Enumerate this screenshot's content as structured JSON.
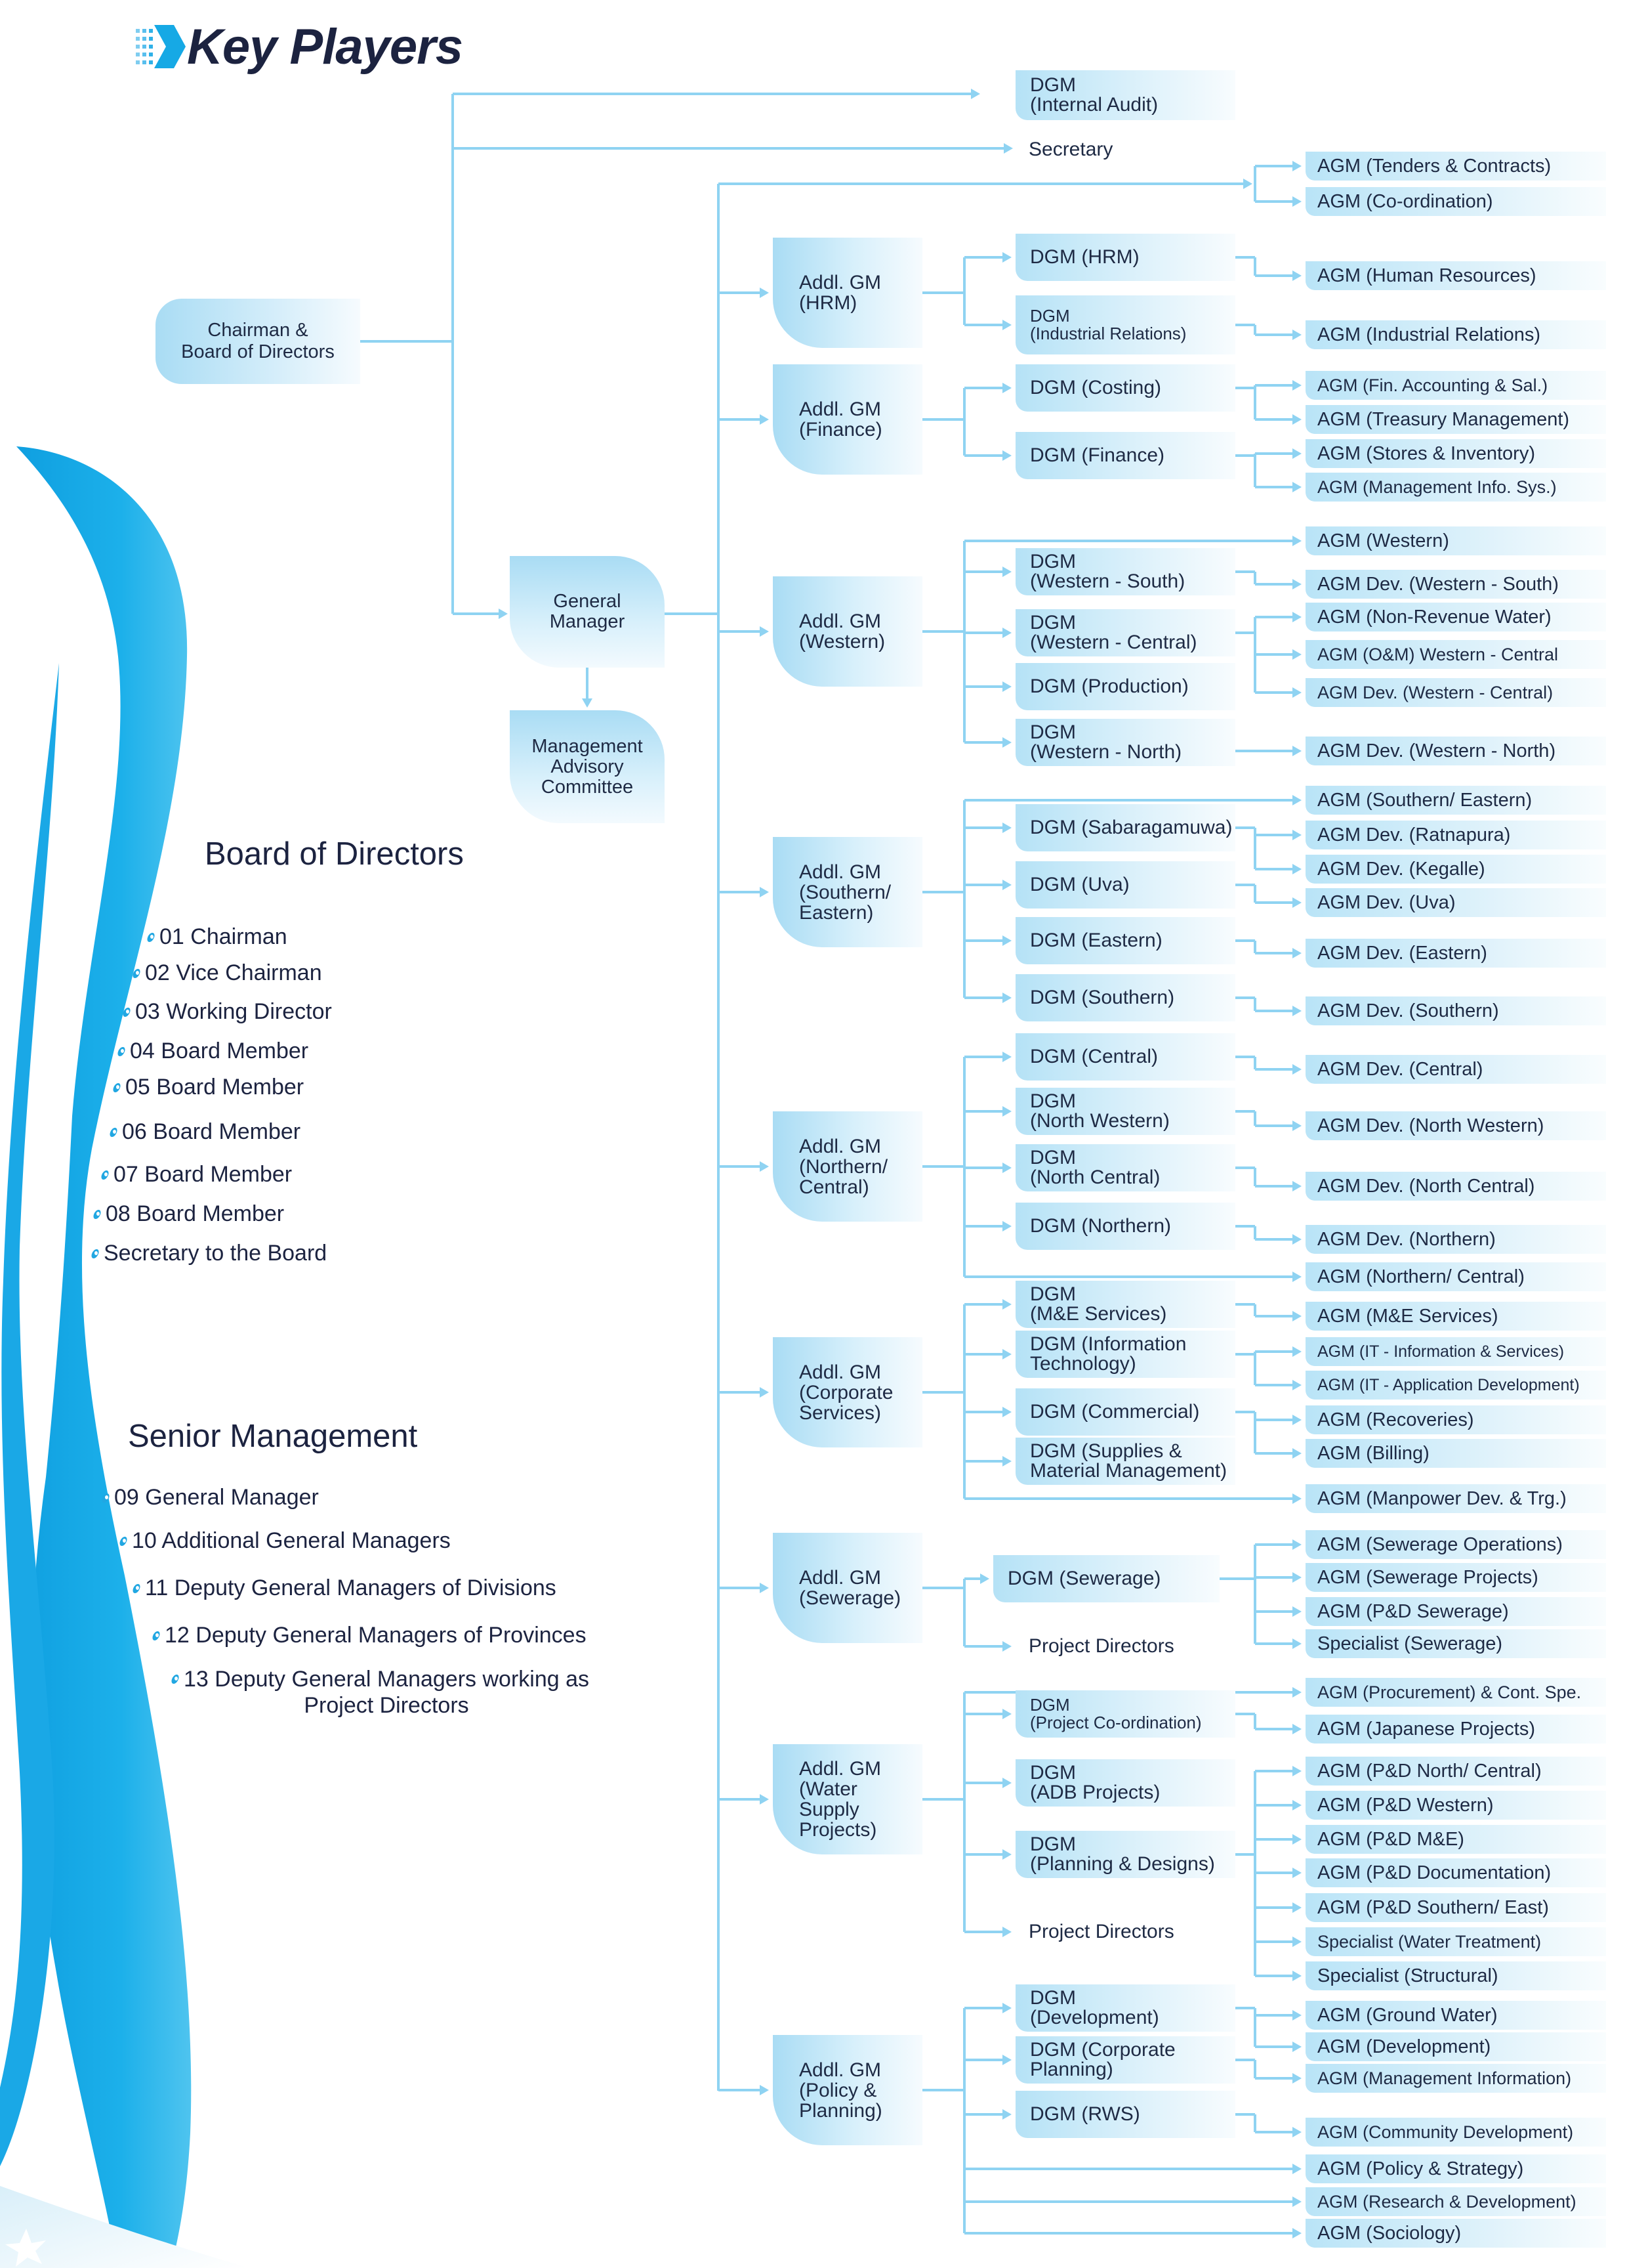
{
  "title": "Key Players",
  "colors": {
    "line": "#8fd3f2",
    "swoosh": "#16a9e5",
    "box": "#bfe6f8",
    "text": "#1e2a44"
  },
  "board": {
    "heading": "Board of Directors",
    "members": [
      "01 Chairman",
      "02 Vice Chairman",
      "03 Working Director",
      "04 Board Member",
      "05 Board Member",
      "06 Board Member",
      "07 Board Member",
      "08 Board Member",
      "Secretary to the Board"
    ]
  },
  "senior": {
    "heading": "Senior Management",
    "members": [
      "09 General Manager",
      "10 Additional General Managers",
      "11 Deputy General Managers of Divisions",
      "12 Deputy General Managers of Provinces",
      "13 Deputy General Managers working as\nProject Directors"
    ]
  },
  "org": {
    "chairman": "Chairman &\nBoard of Directors",
    "dgm_audit": "DGM\n(Internal Audit)",
    "secretary": "Secretary",
    "general_manager": "General\nManager",
    "mac": "Management\nAdvisory\nCommittee",
    "gm_direct_agms": [
      "AGM (Tenders & Contracts)",
      "AGM (Co-ordination)"
    ],
    "divisions": [
      {
        "name": "Addl. GM\n(HRM)",
        "dgms": [
          "DGM (HRM)",
          "DGM\n(Industrial Relations)"
        ],
        "agms": [
          "AGM (Human Resources)",
          "AGM (Industrial Relations)"
        ]
      },
      {
        "name": "Addl. GM\n(Finance)",
        "dgms": [
          "DGM (Costing)",
          "DGM (Finance)"
        ],
        "agms": [
          "AGM (Fin. Accounting & Sal.)",
          "AGM (Treasury Management)",
          "AGM (Stores & Inventory)",
          "AGM (Management Info. Sys.)"
        ]
      },
      {
        "name": "Addl. GM\n(Western)",
        "dgms": [
          "DGM\n(Western - South)",
          "DGM\n(Western - Central)",
          "DGM (Production)",
          "DGM\n(Western - North)"
        ],
        "agms": [
          "AGM (Western)",
          "AGM Dev. (Western - South)",
          "AGM (Non-Revenue Water)",
          "AGM (O&M) Western - Central",
          "AGM Dev. (Western - Central)",
          "AGM Dev. (Western - North)"
        ]
      },
      {
        "name": "Addl. GM\n(Southern/\nEastern)",
        "dgms": [
          "DGM (Sabaragamuwa)",
          "DGM (Uva)",
          "DGM (Eastern)",
          "DGM (Southern)"
        ],
        "agms": [
          "AGM (Southern/ Eastern)",
          "AGM Dev. (Ratnapura)",
          "AGM Dev. (Kegalle)",
          "AGM Dev. (Uva)",
          "AGM Dev. (Eastern)",
          "AGM Dev. (Southern)"
        ]
      },
      {
        "name": "Addl. GM\n(Northern/\nCentral)",
        "dgms": [
          "DGM (Central)",
          "DGM\n(North Western)",
          "DGM\n(North Central)",
          "DGM (Northern)"
        ],
        "agms": [
          "AGM Dev. (Central)",
          "AGM Dev. (North Western)",
          "AGM Dev. (North Central)",
          "AGM Dev. (Northern)",
          "AGM (Northern/ Central)"
        ]
      },
      {
        "name": "Addl. GM\n(Corporate\nServices)",
        "dgms": [
          "DGM\n(M&E Services)",
          "DGM (Information\nTechnology)",
          "DGM (Commercial)",
          "DGM (Supplies &\nMaterial Management)"
        ],
        "agms": [
          "AGM (M&E Services)",
          "AGM (IT - Information & Services)",
          "AGM (IT - Application Development)",
          "AGM (Recoveries)",
          "AGM (Billing)",
          "AGM (Manpower Dev. & Trg.)"
        ]
      },
      {
        "name": "Addl. GM\n(Sewerage)",
        "dgms": [
          "DGM (Sewerage)",
          "Project Directors"
        ],
        "agms": [
          "AGM (Sewerage Operations)",
          "AGM (Sewerage Projects)",
          "AGM (P&D Sewerage)",
          "Specialist (Sewerage)"
        ]
      },
      {
        "name": "Addl. GM\n(Water\nSupply\nProjects)",
        "dgms": [
          "DGM\n(Project Co-ordination)",
          "DGM\n(ADB Projects)",
          "DGM\n(Planning & Designs)",
          "Project Directors"
        ],
        "agms": [
          "AGM (Procurement) & Cont. Spe.",
          "AGM (Japanese Projects)",
          "AGM (P&D North/ Central)",
          "AGM (P&D Western)",
          "AGM (P&D M&E)",
          "AGM (P&D Documentation)",
          "AGM (P&D Southern/ East)",
          "Specialist (Water Treatment)",
          "Specialist (Structural)"
        ]
      },
      {
        "name": "Addl. GM\n(Policy &\nPlanning)",
        "dgms": [
          "DGM\n(Development)",
          "DGM (Corporate\nPlanning)",
          "DGM (RWS)"
        ],
        "agms": [
          "AGM (Ground Water)",
          "AGM (Development)",
          "AGM (Management Information)",
          "AGM (Community Development)",
          "AGM (Policy & Strategy)",
          "AGM (Research & Development)",
          "AGM (Sociology)"
        ]
      }
    ]
  }
}
